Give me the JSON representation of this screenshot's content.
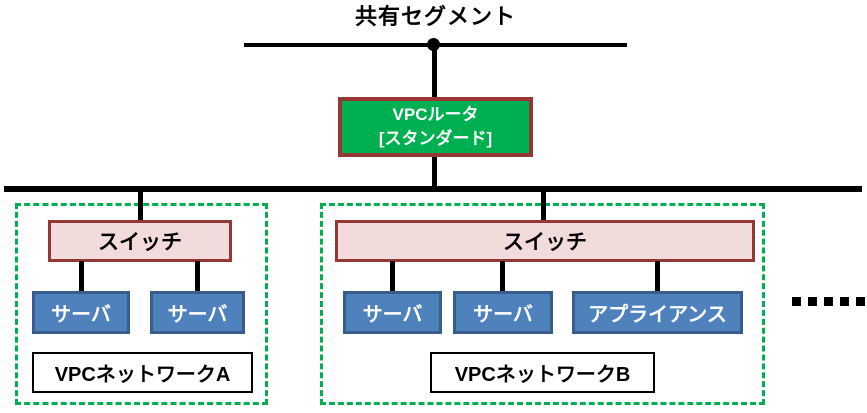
{
  "diagram": {
    "shared_segment_label": "共有セグメント",
    "router": {
      "line1": "VPCルータ",
      "line2": "[スタンダード]"
    },
    "networks": [
      {
        "label": "VPCネットワークA",
        "switch_label": "スイッチ",
        "nodes": [
          "サーバ",
          "サーバ"
        ]
      },
      {
        "label": "VPCネットワークB",
        "switch_label": "スイッチ",
        "nodes": [
          "サーバ",
          "サーバ",
          "アプライアンス"
        ]
      }
    ],
    "continuation_dots_count": 5,
    "colors": {
      "router_fill": "#00AF50",
      "red_border": "#953735",
      "switch_fill": "#F2DCDB",
      "node_fill": "#4F81BD",
      "node_border": "#385D8A",
      "network_boundary_green": "#00B050",
      "line_black": "#000000"
    }
  }
}
